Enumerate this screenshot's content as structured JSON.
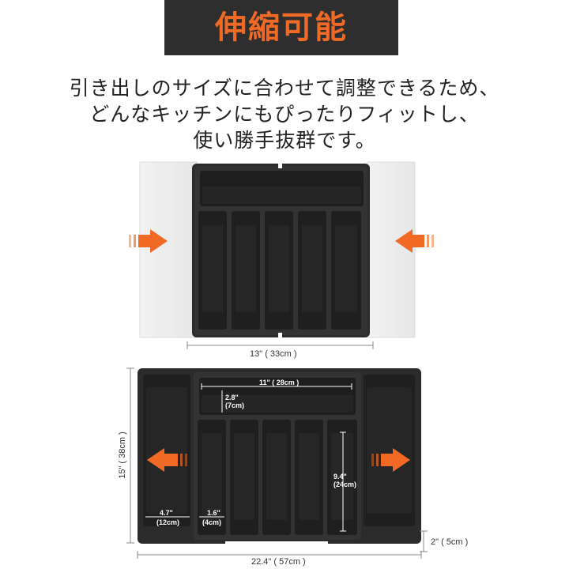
{
  "title": "伸縮可能",
  "description": [
    "引き出しのサイズに合わせて調整できるため、",
    "どんなキッチンにもぴったりフィットし、",
    "使い勝手抜群です。"
  ],
  "top_product": {
    "width_label": "13\" ( 33cm )"
  },
  "bottom_product": {
    "inner_width_label": "11\" ( 28cm )",
    "front_tray_depth_label_1": "2.8\"",
    "front_tray_depth_label_2": "(7cm)",
    "slot_length_label_1": "9.4\"",
    "slot_length_label_2": "(24cm)",
    "side_width_label_1": "4.7\"",
    "side_width_label_2": "(12cm)",
    "slot_width_label_1": "1.6\"",
    "slot_width_label_2": "(4cm)",
    "depth_label": "15\" ( 38cm )",
    "height_label": "2\" ( 5cm )",
    "total_width_label": "22.4\" ( 57cm )"
  },
  "colors": {
    "accent": "#f06a25",
    "tray": "#2b2b2b",
    "title_bg": "#2e2e2e"
  }
}
